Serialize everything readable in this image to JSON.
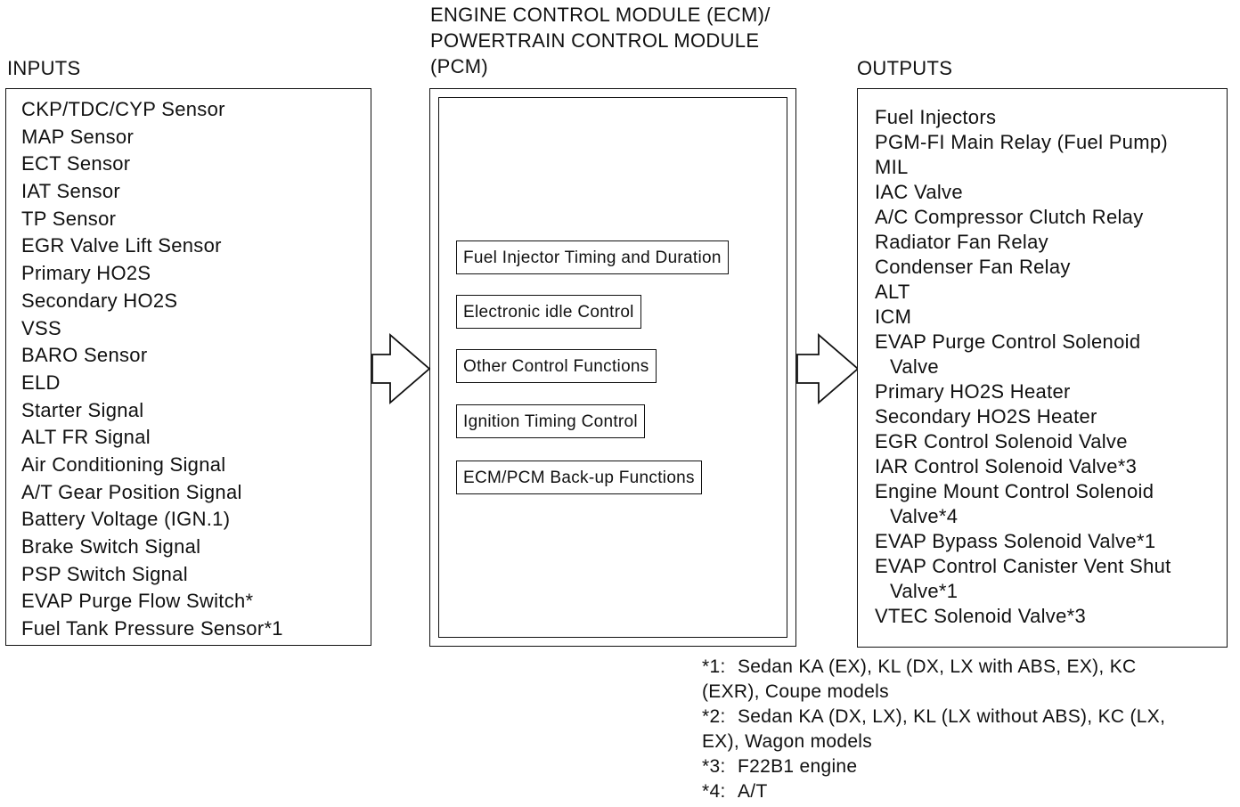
{
  "inputs": {
    "heading": "INPUTS",
    "items": [
      "CKP/TDC/CYP Sensor",
      "MAP Sensor",
      "ECT Sensor",
      "IAT Sensor",
      "TP Sensor",
      "EGR Valve Lift Sensor",
      "Primary HO2S",
      "Secondary HO2S",
      "VSS",
      "BARO Sensor",
      "ELD",
      "Starter Signal",
      "ALT FR Signal",
      "Air Conditioning Signal",
      "A/T Gear Position Signal",
      "Battery Voltage (IGN.1)",
      "Brake Switch Signal",
      "PSP Switch Signal",
      "EVAP Purge Flow Switch*",
      "Fuel Tank Pressure Sensor*1"
    ]
  },
  "ecm": {
    "heading_line1": "ENGINE CONTROL MODULE (ECM)/",
    "heading_line2": "POWERTRAIN CONTROL MODULE",
    "heading_line3": "(PCM)",
    "functions": [
      "Fuel Injector Timing and Duration",
      "Electronic idle Control",
      "Other Control Functions",
      "Ignition Timing Control",
      "ECM/PCM Back-up Functions"
    ]
  },
  "outputs": {
    "heading": "OUTPUTS",
    "items": [
      "Fuel Injectors",
      "PGM-FI Main Relay (Fuel Pump)",
      "MIL",
      "IAC Valve",
      "A/C Compressor Clutch Relay",
      "Radiator Fan Relay",
      "Condenser Fan Relay",
      "ALT",
      "ICM",
      "EVAP Purge Control Solenoid",
      "Valve",
      "Primary HO2S Heater",
      "Secondary HO2S Heater",
      "EGR Control Solenoid Valve",
      "IAR Control Solenoid Valve*3",
      "Engine Mount Control Solenoid",
      "Valve*4",
      "EVAP Bypass Solenoid Valve*1",
      "EVAP Control Canister Vent Shut",
      "Valve*1",
      "VTEC Solenoid Valve*3"
    ]
  },
  "footnotes": [
    {
      "key": "*1:",
      "line1": "Sedan KA (EX), KL (DX, LX with ABS, EX), KC",
      "line2": "(EXR), Coupe models"
    },
    {
      "key": "*2:",
      "line1": "Sedan KA (DX, LX), KL (LX without ABS), KC (LX,",
      "line2": "EX), Wagon models"
    },
    {
      "key": "*3:",
      "line1": "F22B1 engine",
      "line2": ""
    },
    {
      "key": "*4:",
      "line1": "A/T",
      "line2": ""
    }
  ]
}
